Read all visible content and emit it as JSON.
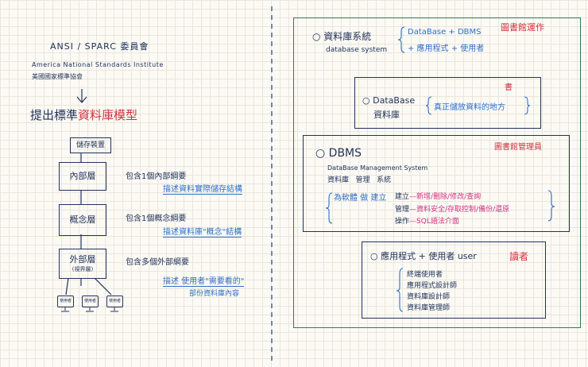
{
  "left": {
    "header_line1": "ANSI / SPARC 委員會",
    "header_line2": "America National Standards Institute",
    "header_line3": "美國國家標準協會",
    "proposal_prefix": "提出標準",
    "proposal_highlight": "資料庫模型",
    "storage_label": "儲存裝置",
    "layers": [
      {
        "name": "內部層",
        "view_text": "包含1個內部綱要",
        "desc": "描述資料實際儲存結構"
      },
      {
        "name": "概念層",
        "view_text": "包含1個概念綱要",
        "desc": "描述資料庫\"概念\"結構"
      },
      {
        "name": "外部層",
        "sub": "(視界層)",
        "view_text": "包含多個外部綱要",
        "desc": "描述 使用者\"需要看的\"",
        "desc2": "部份資料庫內容"
      }
    ],
    "views": [
      "使用者",
      "使用者",
      "使用者"
    ]
  },
  "right": {
    "title": "資料庫系統",
    "title_en": "database system",
    "combo_1": "DataBase + DBMS",
    "combo_2": "+ 應用程式 + 使用者",
    "library_label": "圖書館運作",
    "db_box": {
      "title": "DataBase",
      "title_zh": "資料庫",
      "desc": "真正儲放資料的地方",
      "tag": "書"
    },
    "dbms_box": {
      "title": "DBMS",
      "full": "DataBase Management System",
      "parts": "資料庫   管理   系統",
      "tag": "圖書館管理員",
      "role": "為軟體 做 建立",
      "items": [
        {
          "label": "建立",
          "text": "—新增/刪除/修改/查詢"
        },
        {
          "label": "管理",
          "text": "—資料安全/存取控制/備份/還原"
        },
        {
          "label": "操作",
          "text": "—SQL語法介面"
        }
      ]
    },
    "app_box": {
      "title": "應用程式 + 使用者 user",
      "tag": "讀者",
      "users": [
        "終端使用者",
        "應用程式設計師",
        "資料庫設計師",
        "資料庫管理師"
      ]
    }
  }
}
